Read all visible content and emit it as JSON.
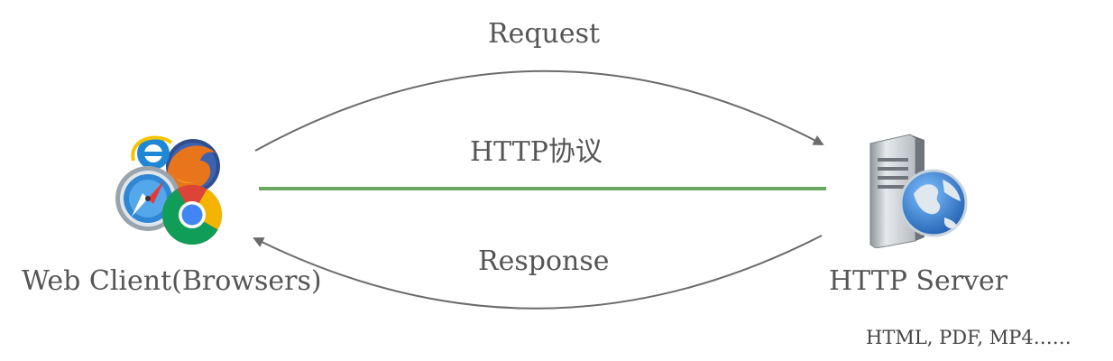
{
  "diagram": {
    "request_label": "Request",
    "protocol_label": "HTTP协议",
    "response_label": "Response",
    "client_label": "Web Client(Browsers)",
    "server_label": "HTTP Server",
    "formats_label": "HTML, PDF, MP4……"
  },
  "icons": {
    "client": [
      "ie-icon",
      "firefox-icon",
      "safari-icon",
      "chrome-icon"
    ],
    "server": "server-globe-icon"
  },
  "colors": {
    "protocol_line": "#6aa861",
    "arrows": "#6b6b6b",
    "text": "#555555"
  }
}
